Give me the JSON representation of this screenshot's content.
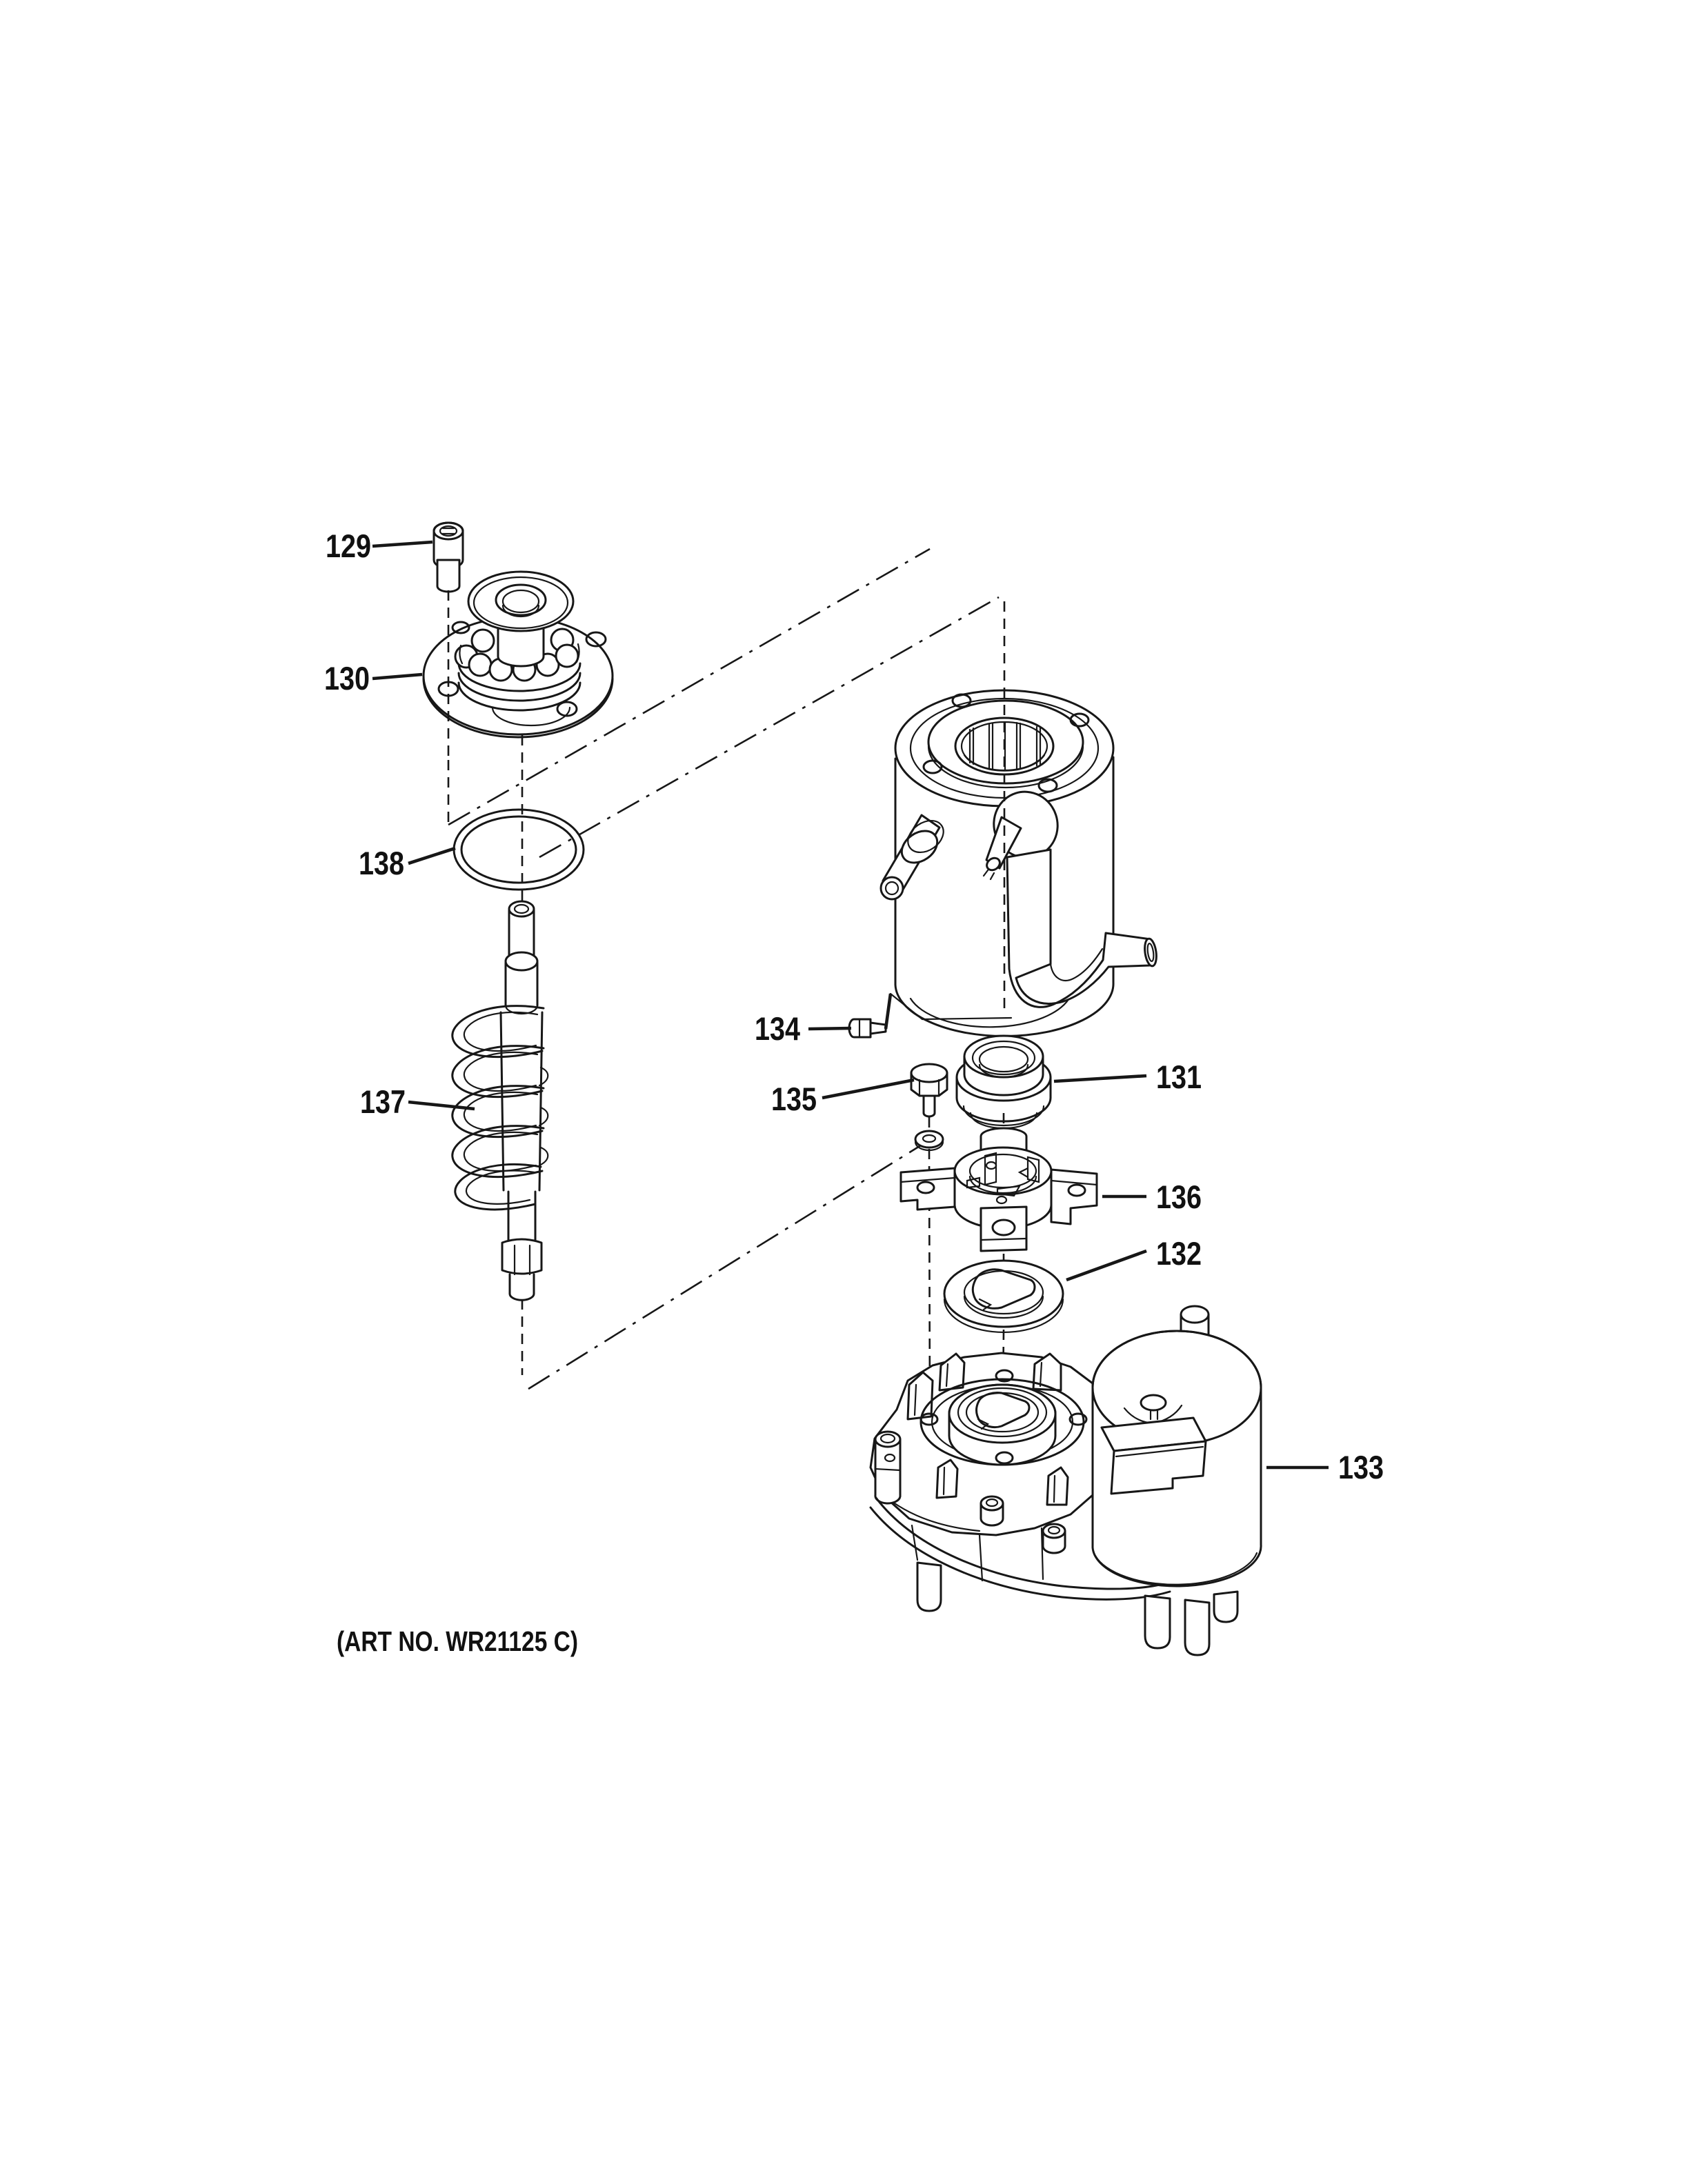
{
  "diagram": {
    "art_no": "(ART NO. WR21125 C)",
    "ink_color": "#171717",
    "paper_color": "#ffffff",
    "callouts": [
      {
        "label": "129"
      },
      {
        "label": "130"
      },
      {
        "label": "138"
      },
      {
        "label": "137"
      },
      {
        "label": "134"
      },
      {
        "label": "135"
      },
      {
        "label": "131"
      },
      {
        "label": "136"
      },
      {
        "label": "132"
      },
      {
        "label": "133"
      }
    ]
  }
}
